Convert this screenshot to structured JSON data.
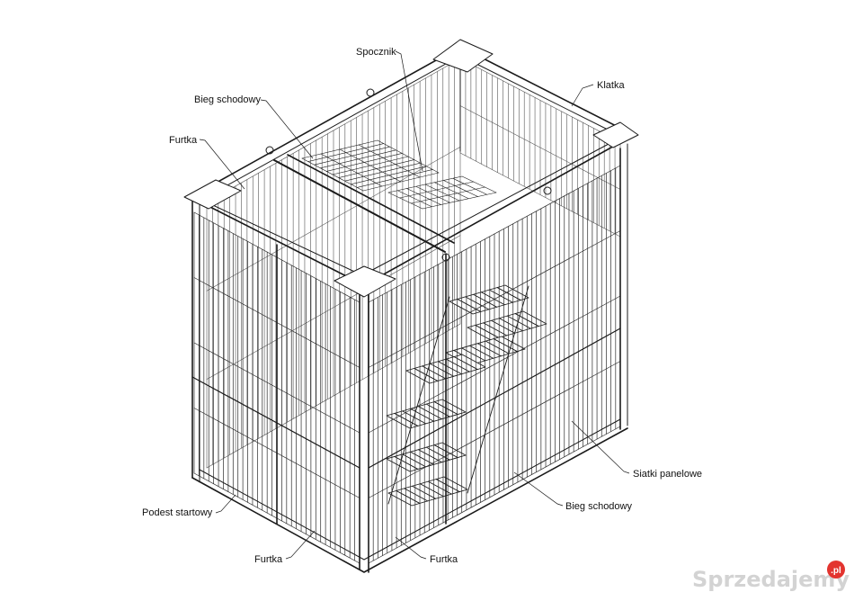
{
  "labels": {
    "spocznik": "Spocznik",
    "klatka": "Klatka",
    "bieg_schodowy_top": "Bieg schodowy",
    "furtka_top": "Furtka",
    "siatki_panelowe": "Siatki panelowe",
    "bieg_schodowy_bottom": "Bieg schodowy",
    "podest_startowy": "Podest startowy",
    "furtka_bottom_left": "Furtka",
    "furtka_bottom_right": "Furtka"
  },
  "watermark": {
    "text": "Sprzedajemy",
    "badge": ".pl",
    "badge_color": "#e3342f"
  },
  "colors": {
    "line": "#1a1a1a",
    "mesh": "#3a3a3a",
    "watermark": "#d3d3d3"
  }
}
